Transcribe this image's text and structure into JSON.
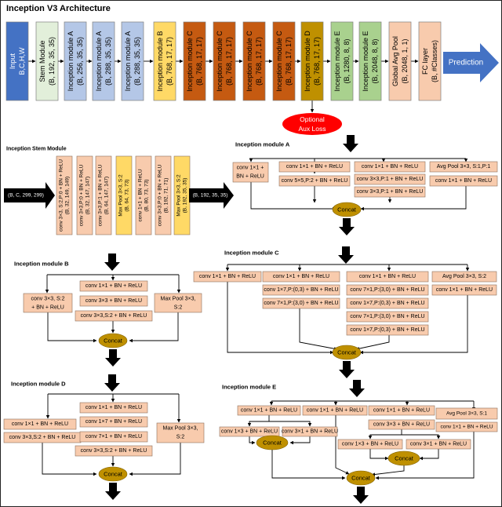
{
  "title": "Inception V3 Architecture",
  "top_row": [
    {
      "t1": "Input",
      "t2": "B,C,H,W",
      "color": "input"
    },
    {
      "t1": "Stem Module",
      "t2": "(B, 192, 35, 35)",
      "color": "green"
    },
    {
      "t1": "Inception module A",
      "t2": "(B, 256, 35, 35)",
      "color": "blue"
    },
    {
      "t1": "Inception module A",
      "t2": "(B, 288, 35, 35)",
      "color": "blue"
    },
    {
      "t1": "Inception module A",
      "t2": "(B, 288, 35, 35)",
      "color": "blue"
    },
    {
      "t1": "Inception module B",
      "t2": "(B, 768, 17, 17)",
      "color": "yellow"
    },
    {
      "t1": "Inception module C",
      "t2": "(B, 768, 17, 17)",
      "color": "rust"
    },
    {
      "t1": "Inception module C",
      "t2": "(B, 768, 17, 17)",
      "color": "rust"
    },
    {
      "t1": "Inception module C",
      "t2": "(B, 768, 17, 17)",
      "color": "rust"
    },
    {
      "t1": "Inception module C",
      "t2": "(B, 768, 17, 17)",
      "color": "rust"
    },
    {
      "t1": "Inception module D",
      "t2": "(B, 768, 17, 17)",
      "color": "olive"
    },
    {
      "t1": "Inception module E",
      "t2": "(B, 1280, 8, 8)",
      "color": "lgreen"
    },
    {
      "t1": "Inception module E",
      "t2": "(B, 2048, 8, 8)",
      "color": "lgreen"
    },
    {
      "t1": "Global Avg Pool",
      "t2": "(B, 2048, 1, 1)",
      "color": "salmon"
    },
    {
      "t1": "FC layer",
      "t2": "(B, #Classes)",
      "color": "salmon"
    }
  ],
  "prediction": "Prediction",
  "aux": {
    "l1": "Optional",
    "l2": "Aux Loss"
  },
  "stem": {
    "title": "Inception Stem Module",
    "input": "(B, C, 299, 299)",
    "output": "(B, 192, 35, 35)",
    "blocks": [
      {
        "l1": "conv 3×3, S:2,P:0 + BN + ReLU",
        "l2": "(B, 32, 149, 149)",
        "color": "salmon"
      },
      {
        "l1": "conv 3×3,P:0 + BN + ReLU",
        "l2": "(B, 32, 147, 147)",
        "color": "salmon"
      },
      {
        "l1": "conv 3×3,P:1 + BN + ReLU",
        "l2": "(B, 64, 147, 147)",
        "color": "salmon"
      },
      {
        "l1": "Max Pool 3×3, S:2",
        "l2": "(B, 64, 73, 73)",
        "color": "yellow"
      },
      {
        "l1": "conv 1×1 + BN + ReLU",
        "l2": "(B, 80, 73, 73)",
        "color": "salmon"
      },
      {
        "l1": "conv 3×3,P:0 + BN + ReLU",
        "l2": "(B, 192, 71, 71)",
        "color": "salmon"
      },
      {
        "l1": "Max Pool 3×3, S:2",
        "l2": "(B, 192, 35, 35)",
        "color": "yellow"
      }
    ]
  },
  "concat": "Concat",
  "modA": {
    "title": "Inception module A",
    "b1": "conv 1×1 + BN + ReLU",
    "b2a": "conv 1×1 + BN + ReLU",
    "b2b": "conv 5×5,P:2 + BN + ReLU",
    "b3a": "conv 1×1 + BN + ReLU",
    "b3b": "conv 3×3,P:1 + BN + ReLU",
    "b3c": "conv 3×3,P:1 + BN + ReLU",
    "b4a": "Avg Pool 3×3, S:1,P:1",
    "b4b": "conv 1×1 + BN + ReLU"
  },
  "modB": {
    "title": "Inception module B",
    "left": "conv 3×3, S:2 + BN + ReLU",
    "m1": "conv 1×1 + BN + ReLU",
    "m2": "conv 3×3 + BN + ReLU",
    "m3": "conv 3×3,S:2 + BN + ReLU",
    "right": "Max Pool 3×3, S:2"
  },
  "modC": {
    "title": "Inception module C",
    "b1": "conv 1×1 + BN + ReLU",
    "b2a": "conv 1×1 + BN + ReLU",
    "b2b": "conv 1×7,P:(0,3) + BN + ReLU",
    "b2c": "conv 7×1,P:(3,0) + BN + ReLU",
    "b3a": "conv 1×1 + BN + ReLU",
    "b3b": "conv 7×1,P:(3,0) + BN + ReLU",
    "b3c": "conv 1×7,P:(0,3) + BN + ReLU",
    "b3d": "conv 7×1,P:(3,0) + BN + ReLU",
    "b3e": "conv 1×7,P:(0,3) + BN + ReLU",
    "b4a": "Avg Pool 3×3, S:2",
    "b4b": "conv 1×1 + BN + ReLU"
  },
  "modD": {
    "title": "Inception module D",
    "l1": "conv 1×1 + BN + ReLU",
    "l2": "conv 3×3,S:2 + BN + ReLU",
    "m1": "conv 1×1 + BN + ReLU",
    "m2": "conv 1×7 + BN + ReLU",
    "m3": "conv 7×1 + BN + ReLU",
    "m4": "conv 3×3,S:2 + BN + ReLU",
    "right": "Max Pool 3×3, S:2"
  },
  "modE": {
    "title": "Inception module E",
    "b1": "conv 1×1 + BN + ReLU",
    "b1l": "conv 1×3 + BN + ReLU",
    "b1r": "conv 3×1 + BN + ReLU",
    "b2": "conv 1×1 + BN + ReLU",
    "b3a": "conv 1×1 + BN + ReLU",
    "b3b": "conv 3×3 + BN + ReLU",
    "b3l": "conv 1×3 + BN + ReLU",
    "b3r": "conv 3×1 + BN + ReLU",
    "b4a": "Avg Pool 3×3, S:1",
    "b4b": "conv 1×1 + BN + ReLU"
  },
  "colors": {
    "input": "#4472c4",
    "green": "#e2efda",
    "blue": "#b4c7e7",
    "yellow": "#ffd966",
    "rust": "#c55a11",
    "olive": "#bf9000",
    "lgreen": "#a9d18e",
    "salmon": "#f8cbad",
    "concat": "#bf9000",
    "aux": "#ff0000",
    "prediction": "#4472c4"
  }
}
